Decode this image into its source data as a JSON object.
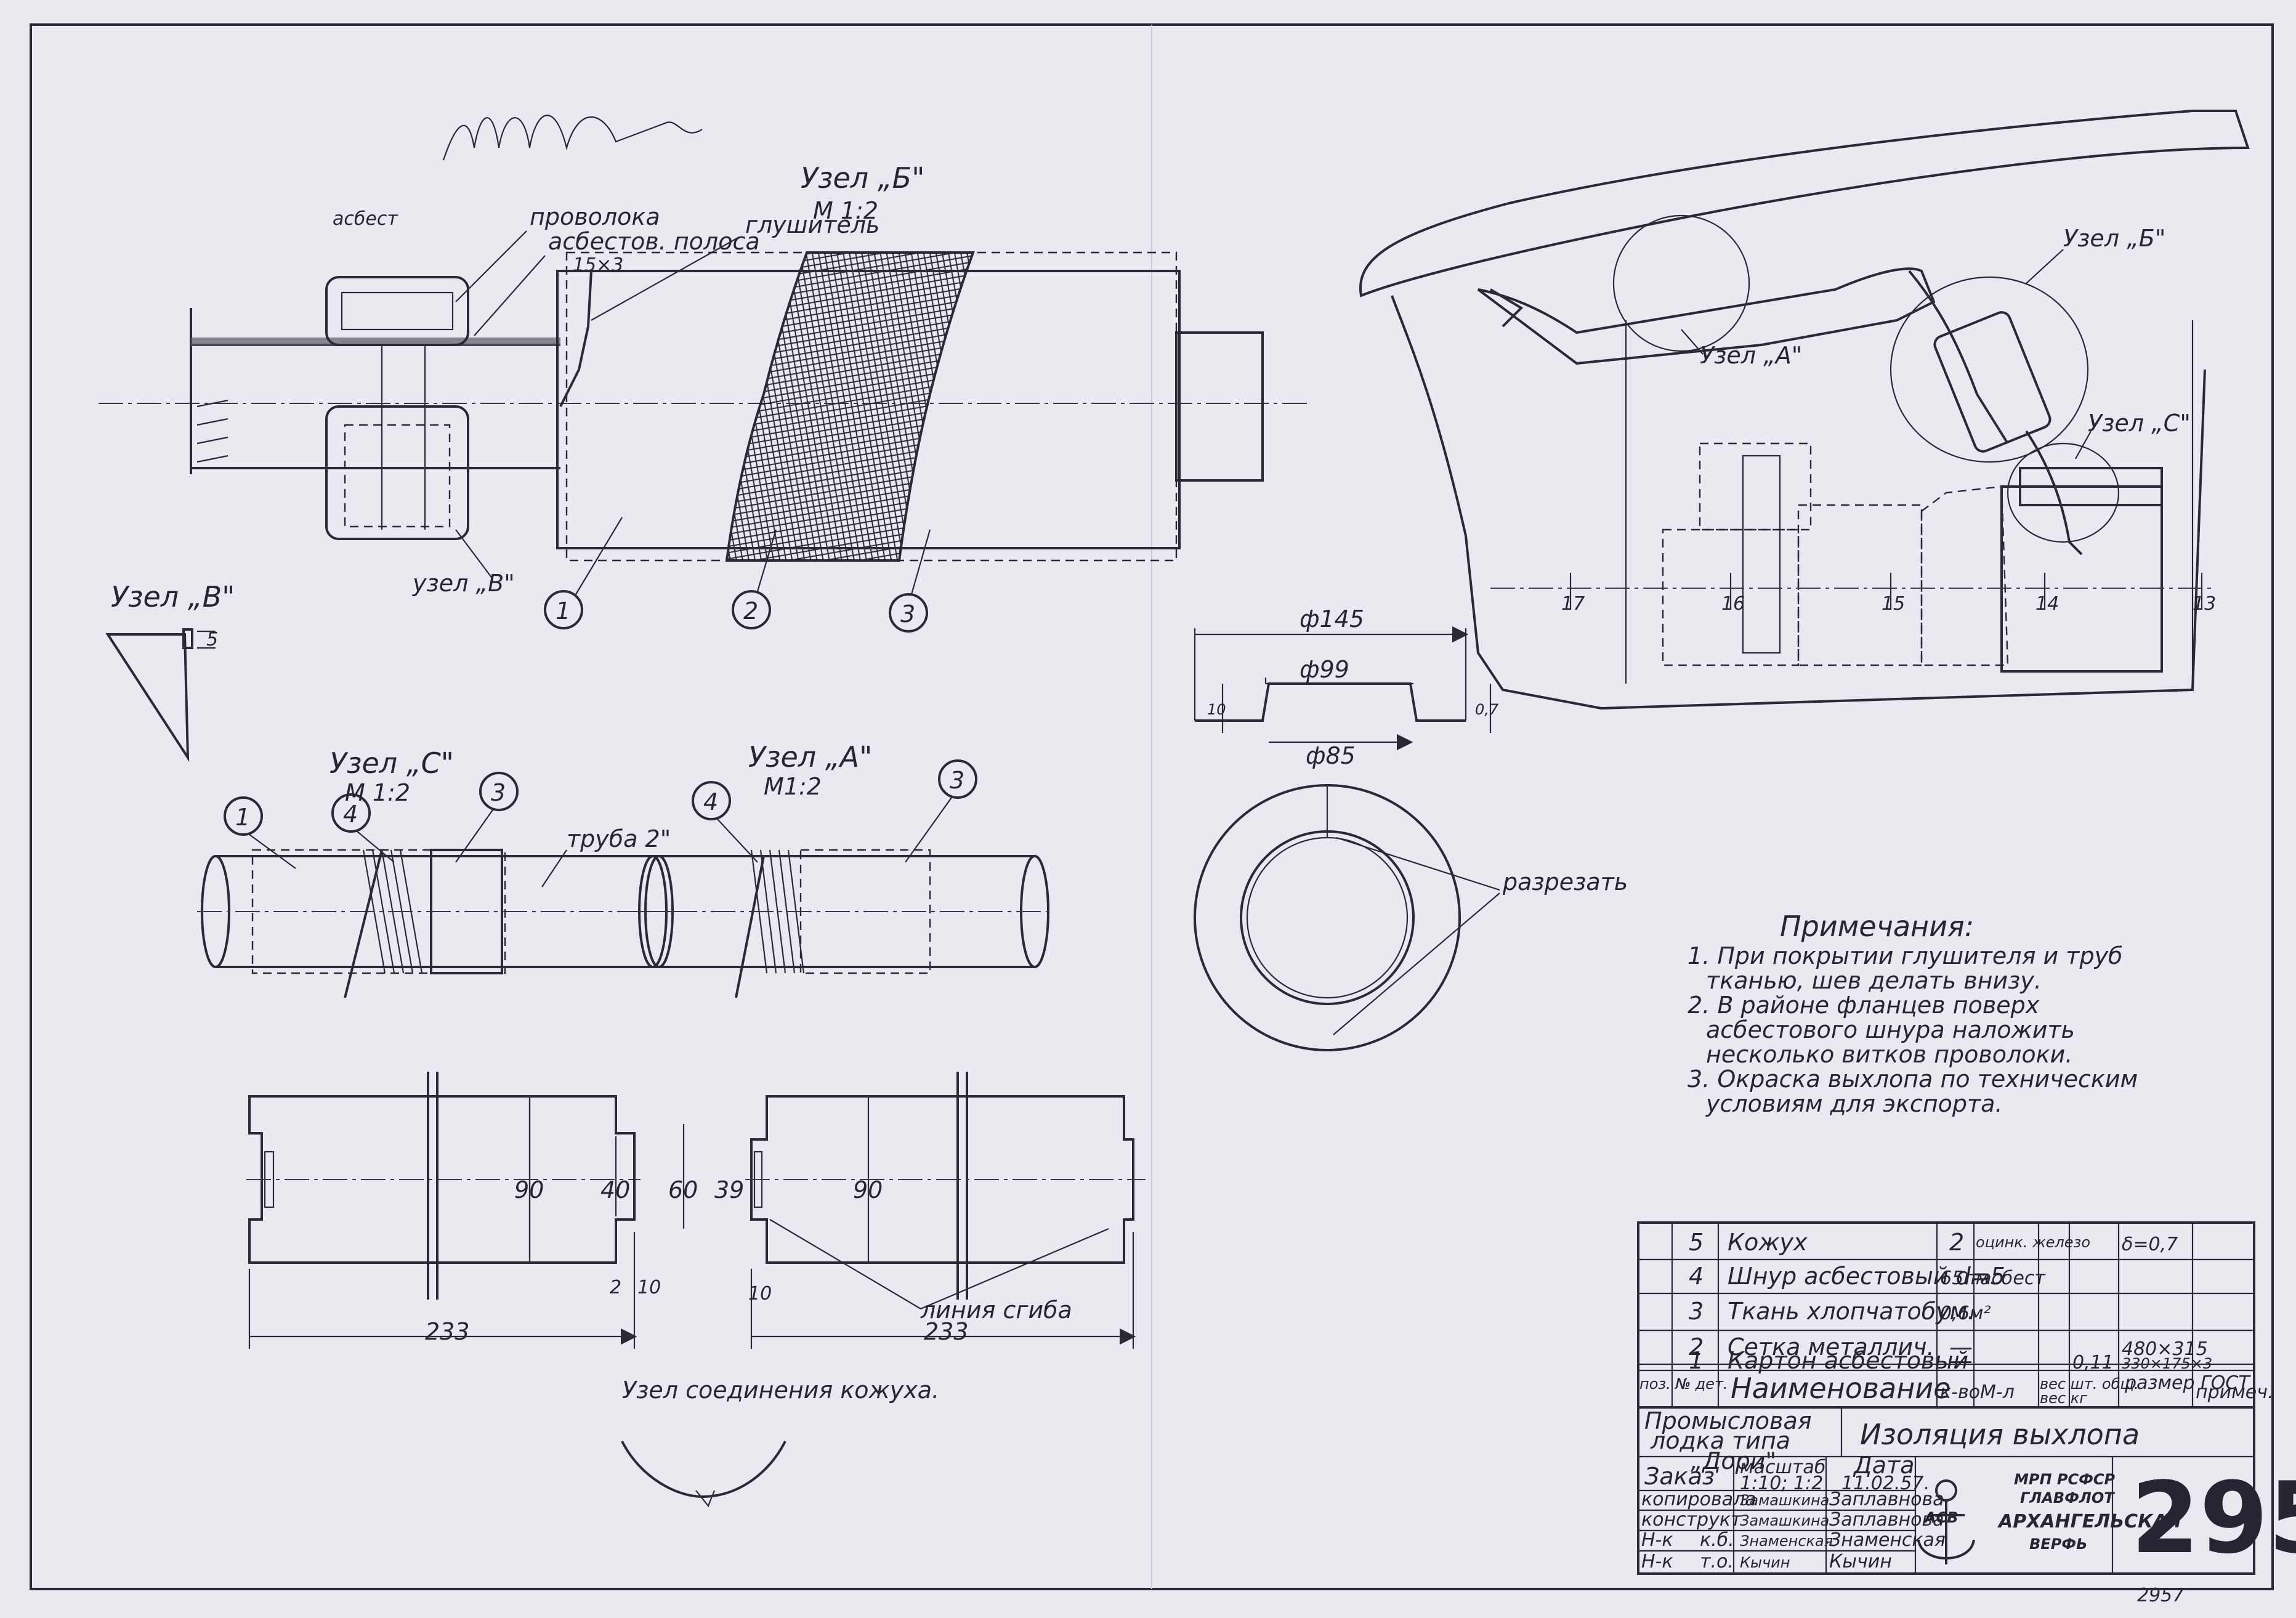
{
  "notes": {
    "heading": "Примечания:",
    "items": [
      "1. При покрытии глушителя и труб",
      "тканью, шев делать внизу.",
      "2. В районе фланцев поверх",
      "асбестового шнура наложить",
      "несколько витков проволоки.",
      "3. Окраска выхлопа по техническим",
      "условиям для экспорта."
    ]
  },
  "details": {
    "node_b": {
      "title": "Узел „Б\"",
      "scale": "М 1:2"
    },
    "node_c": {
      "title": "Узел „С\"",
      "scale": "М 1:2"
    },
    "node_a": {
      "title": "Узел „А\"",
      "scale": "М1:2"
    },
    "node_v": {
      "title": "Узел „В\"",
      "dim": "5"
    },
    "callouts": {
      "wire": "проволока",
      "asbestos_tape": "асбестов. полоса",
      "tape_size": "15×3",
      "muffler": "глушитель",
      "asbestos_faint": "асбест",
      "node_v_ref": "узел „В\"",
      "pipe": "труба 2\"",
      "cut": "разрезать",
      "bend_line": "линия сгиба",
      "joint": "Узел соединения кожуха."
    },
    "balloons": {
      "b1": "1",
      "b2": "2",
      "b3": "3",
      "c1": "1",
      "c4": "4",
      "c3": "3",
      "a4": "4",
      "a3": "3"
    }
  },
  "assembly": {
    "node_b": "Узел „Б\"",
    "node_a": "Узел „А\"",
    "node_c": "Узел „С\"",
    "frames": [
      "17",
      "16",
      "15",
      "14",
      "13"
    ]
  },
  "washer": {
    "d_outer": "ф145",
    "d_mid": "ф99",
    "d_inner": "ф85",
    "h": "10",
    "t": "0,7"
  },
  "developments": {
    "left": {
      "width": "233",
      "h1": "90",
      "h2": "40",
      "h3": "60",
      "d1": "2",
      "d2": "10"
    },
    "right": {
      "width": "233",
      "h1": "90",
      "h2": "39",
      "d1": "10"
    }
  },
  "bom": {
    "rows": [
      {
        "pos": "5",
        "name": "Кожух",
        "qty": "2",
        "material": "оцинк. железо",
        "weight_each": "",
        "weight_total": "",
        "size": "δ=0,7",
        "note": ""
      },
      {
        "pos": "4",
        "name": "Шнур асбестовый d=5",
        "qty": "65пм",
        "material": "асбест",
        "weight_each": "",
        "weight_total": "",
        "size": "",
        "note": ""
      },
      {
        "pos": "3",
        "name": "Ткань хлопчатобум.",
        "qty": "0,6м²",
        "material": "",
        "weight_each": "",
        "weight_total": "",
        "size": "",
        "note": ""
      },
      {
        "pos": "2",
        "name": "Сетка металлич.",
        "qty": "—",
        "material": "",
        "weight_each": "",
        "weight_total": "",
        "size": "480×315",
        "note": ""
      },
      {
        "pos": "1",
        "name": "Картон асбестовый",
        "qty": "—",
        "material": "",
        "weight_each": "",
        "weight_total": "0,11",
        "size": "330×175×3",
        "note": ""
      }
    ],
    "headers": {
      "pos": "поз. №",
      "part": "№ дет.",
      "name": "Наименование",
      "qty": "к-во",
      "material": "М-л",
      "weight": "вес шт. общ.",
      "weight_unit": "вес кг",
      "size": "размер ГОСТ",
      "note": "примеч."
    }
  },
  "title_block": {
    "product": [
      "Промысловая",
      "лодка типа",
      "„Дори\""
    ],
    "title": "Изоляция выхлопа",
    "order_label": "Заказ",
    "scale_label": "масштаб",
    "scale": "1:10; 1:2",
    "date_label": "Дата",
    "date": "11.02.57.",
    "roles": [
      {
        "role": "копировала",
        "sign": "Замашкина",
        "name": "Заплавнова"
      },
      {
        "role": "конструкт",
        "sign": "Замашкина",
        "name": "Заплавнова"
      },
      {
        "role": "Н-к",
        "sub": "к.б.",
        "sign": "Знаменская",
        "name": "Знаменская"
      },
      {
        "role": "Н-к",
        "sub": "т.о.",
        "sign": "Кычин",
        "name": "Кычин"
      }
    ],
    "org": [
      "МРП РСФСР",
      "ГЛАВФЛОТ",
      "АРХАНГЕЛЬСКАЯ",
      "ВЕРФЬ"
    ],
    "logo_letters": "АСВ",
    "drawing_number": "2957",
    "stamp_number": "2957"
  }
}
